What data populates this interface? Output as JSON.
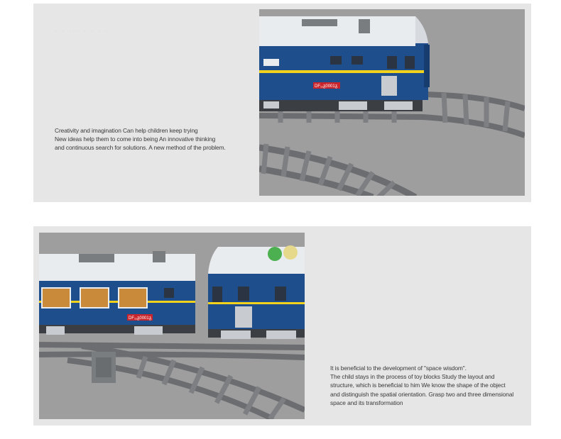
{
  "section_one": {
    "faint_header": "·  ·  ·  ·  ·  ·  ·  ·",
    "lines": [
      "Creativity and imagination Can help children keep trying",
      "New ideas help them to come into being An innovative thinking",
      "and continuous search for solutions. A new method of the problem."
    ],
    "locomotive_plate": "DF₁₁ᵹ0001ᵹ"
  },
  "section_two": {
    "lines": [
      "It is beneficial to the development of \"space wisdom\".",
      "The child stays in the process of toy blocks Study the layout and",
      "structure, which is beneficial to him We know the shape of the object",
      "and distinguish the spatial orientation. Grasp two and three dimensional",
      "space and its transformation"
    ],
    "carriage_plate": "DF₁₁ᵹ0001ᵹ"
  },
  "colors": {
    "panel_bg": "#e6e6e6",
    "train_blue": "#1f4e8c",
    "train_roof": "#e9ecef",
    "stripe_yellow": "#f2d21b",
    "track_gray": "#6b6d70",
    "plate_red": "#c9242b"
  }
}
